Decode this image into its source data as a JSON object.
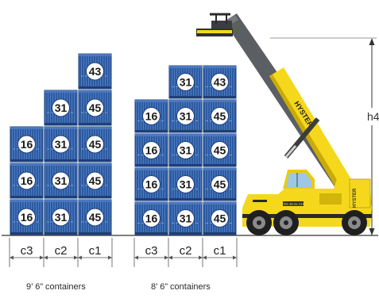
{
  "stack_left": {
    "caption": "9’ 6” containers",
    "columns": [
      {
        "label": "c3",
        "numbers": [
          "16",
          "16",
          "16"
        ]
      },
      {
        "label": "c2",
        "numbers": [
          "31",
          "31",
          "31",
          "31"
        ]
      },
      {
        "label": "c1",
        "numbers": [
          "45",
          "45",
          "45",
          "45",
          "43"
        ]
      }
    ]
  },
  "stack_right": {
    "caption": "8’ 6” containers",
    "columns": [
      {
        "label": "c3",
        "numbers": [
          "16",
          "16",
          "16",
          "16"
        ]
      },
      {
        "label": "c2",
        "numbers": [
          "31",
          "31",
          "31",
          "31",
          "31"
        ]
      },
      {
        "label": "c1",
        "numbers": [
          "45",
          "45",
          "45",
          "45",
          "43"
        ]
      }
    ]
  },
  "machine": {
    "brand": "HYSTER",
    "model_plate": "RS 45-31 CH",
    "body_color": "#f5d81c",
    "dimension_label": "h4"
  },
  "colors": {
    "container_blue": "#2d5aa0",
    "container_stripe": "#4a78bf"
  }
}
